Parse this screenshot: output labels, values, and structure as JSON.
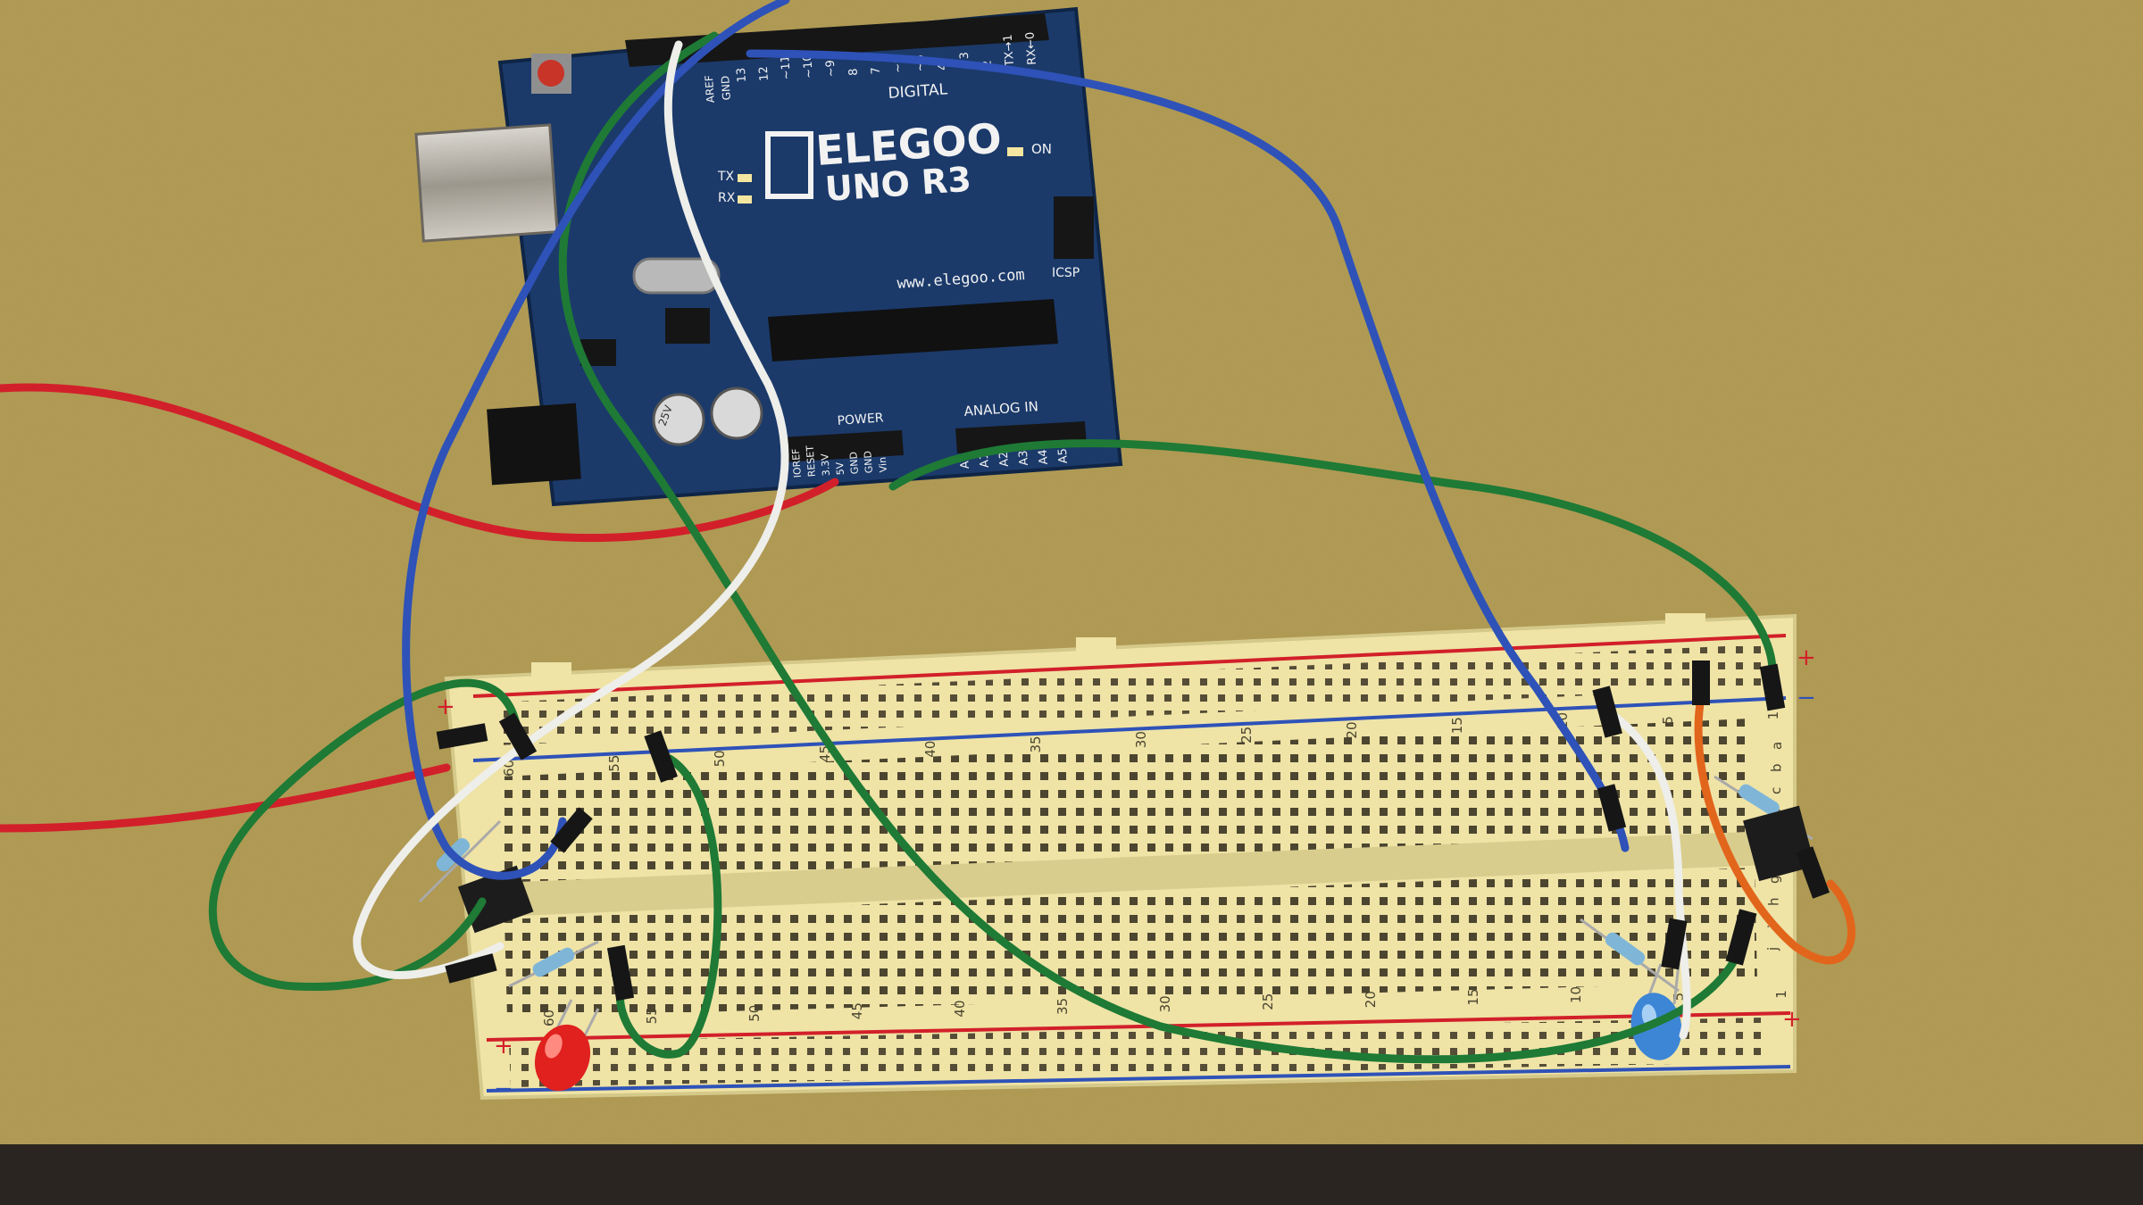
{
  "board": {
    "brand": "ELEGOO",
    "model": "UNO R3",
    "url": "www.elegoo.com",
    "digital_label": "DIGITAL",
    "power_label": "POWER",
    "analog_label": "ANALOG IN",
    "on_label": "ON",
    "icsp_label": "ICSP",
    "tx_label": "TX",
    "rx_label": "RX",
    "aref_label": "AREF",
    "gnd_label": "GND",
    "pins_digital": [
      "13",
      "12",
      "~11",
      "~10",
      "~9",
      "8",
      "7",
      "~6",
      "~5",
      "4",
      "~3",
      "2",
      "TX→1",
      "RX←0"
    ],
    "pins_power": [
      "IOREF",
      "RESET",
      "3.3V",
      "5V",
      "GND",
      "GND",
      "Vin"
    ],
    "pins_analog": [
      "A0",
      "A1",
      "A2",
      "A3",
      "A4",
      "A5"
    ],
    "cap_label": "25V"
  },
  "breadboard": {
    "row_numbers_top": [
      "60",
      "55",
      "50",
      "45",
      "40",
      "35",
      "30",
      "25",
      "20",
      "15",
      "10",
      "5",
      "1"
    ],
    "row_numbers_bottom": [
      "60",
      "55",
      "50",
      "45",
      "40",
      "35",
      "30",
      "25",
      "20",
      "15",
      "10",
      "5",
      "1"
    ],
    "column_letters": [
      "a",
      "b",
      "c",
      "d",
      "e",
      "f",
      "g",
      "h",
      "i",
      "j"
    ],
    "plus": "+",
    "minus": "−"
  },
  "colors": {
    "table": "#b8a052",
    "board_blue": "#1b3a6a",
    "breadboard": "#efe3a6",
    "wire_red": "#d2202a",
    "wire_blue": "#2e52b8",
    "wire_green": "#1e7a35",
    "wire_white": "#eeeeea",
    "wire_orange": "#e2651c",
    "led_red": "#e0211d",
    "led_blue": "#3d86d6"
  }
}
